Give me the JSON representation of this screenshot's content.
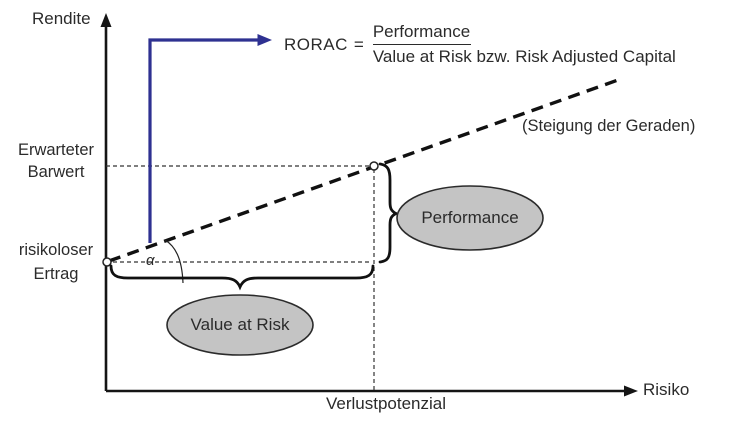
{
  "diagram_title": "RORAC risk-return diagram",
  "axes": {
    "y_label": "Rendite",
    "x_label": "Risiko"
  },
  "labels": {
    "expected_value_line1": "Erwarteter",
    "expected_value_line2": "Barwert",
    "riskless_return_line1": "risikoloser",
    "riskless_return_line2": "Ertrag",
    "loss_potential": "Verlustpotenzial",
    "slope_note": "(Steigung der Geraden)",
    "alpha": "α"
  },
  "ellipses": {
    "performance": "Performance",
    "value_at_risk": "Value at Risk"
  },
  "formula": {
    "lhs": "RORAC",
    "equals": "=",
    "numerator": "Performance",
    "denominator": "Value at Risk bzw. Risk Adjusted Capital"
  },
  "colors": {
    "accent_blue": "#2e3191",
    "ellipse_fill": "#c4c4c4",
    "line_black": "#151515",
    "text": "#2b2b2b"
  }
}
